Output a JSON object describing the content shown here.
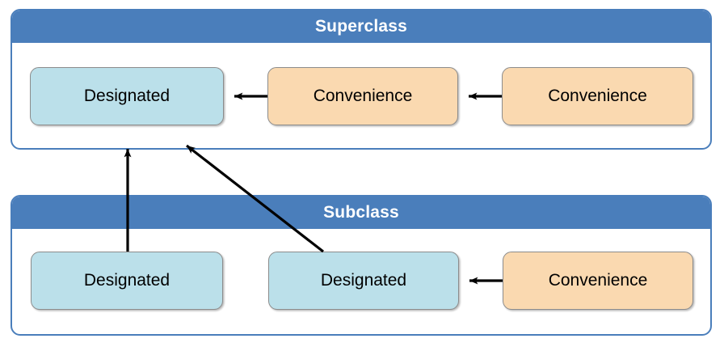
{
  "diagram": {
    "title_superclass": "Superclass",
    "title_subclass": "Subclass",
    "colors": {
      "header_blue": "#4a7ebb",
      "container_border": "#4a7ebb",
      "designated_fill": "#bbe0ea",
      "convenience_fill": "#fad9b0",
      "box_border": "#8c8c8c",
      "arrow": "#000000",
      "header_text": "#ffffff",
      "box_text": "#000000"
    }
  },
  "superclass": {
    "label": "Superclass",
    "boxes": [
      {
        "id": "sc-designated",
        "label": "Designated",
        "kind": "designated"
      },
      {
        "id": "sc-conv-1",
        "label": "Convenience",
        "kind": "convenience"
      },
      {
        "id": "sc-conv-2",
        "label": "Convenience",
        "kind": "convenience"
      }
    ]
  },
  "subclass": {
    "label": "Subclass",
    "boxes": [
      {
        "id": "sb-designated-1",
        "label": "Designated",
        "kind": "designated"
      },
      {
        "id": "sb-designated-2",
        "label": "Designated",
        "kind": "designated"
      },
      {
        "id": "sb-conv-1",
        "label": "Convenience",
        "kind": "convenience"
      }
    ]
  },
  "arrows": [
    {
      "id": "arrow-sc-conv1-to-designated",
      "from": "sc-conv-1",
      "to": "sc-designated",
      "style": "straight-horizontal"
    },
    {
      "id": "arrow-sc-conv2-to-conv1",
      "from": "sc-conv-2",
      "to": "sc-conv-1",
      "style": "straight-horizontal"
    },
    {
      "id": "arrow-sb-conv1-to-designated2",
      "from": "sb-conv-1",
      "to": "sb-designated-2",
      "style": "straight-horizontal"
    },
    {
      "id": "arrow-sb-designated1-to-sc-designated",
      "from": "sb-designated-1",
      "to": "sc-designated",
      "style": "vertical-up"
    },
    {
      "id": "arrow-sb-designated2-to-sc-designated",
      "from": "sb-designated-2",
      "to": "sc-designated",
      "style": "diagonal-up-left"
    }
  ]
}
